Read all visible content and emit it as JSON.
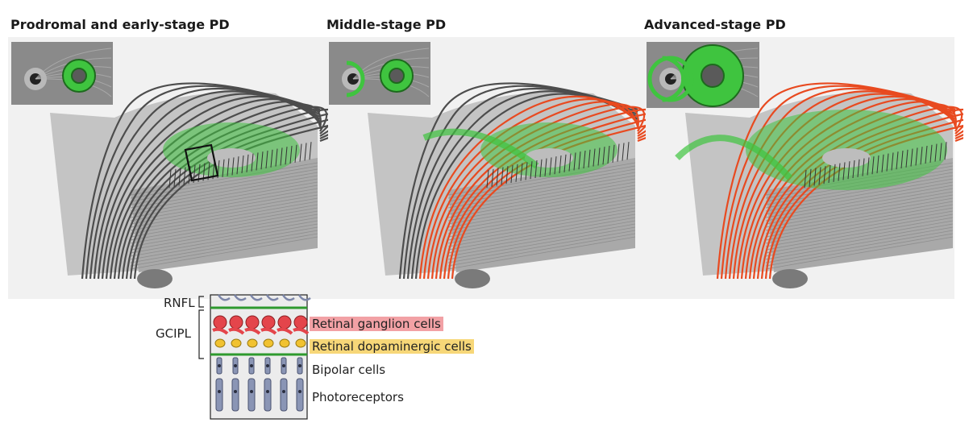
{
  "stages": [
    {
      "title": "Prodromal and early-stage PD"
    },
    {
      "title": "Middle-stage PD"
    },
    {
      "title": "Advanced-stage PD"
    }
  ],
  "layers": {
    "rnfl": "RNFL",
    "gcipl": "GCIPL"
  },
  "legend": {
    "ganglion": "Retinal ganglion cells",
    "dopaminergic": "Retinal dopaminergic cells",
    "bipolar": "Bipolar cells",
    "photoreceptors": "Photoreceptors"
  },
  "colors": {
    "healthy_fiber": "#4d4d4d",
    "affected_fiber": "#e84a20",
    "thinning_zone": "#3fc43f",
    "ganglion_highlight": "#f2a1a5",
    "dopaminergic_highlight": "#f7d778"
  }
}
